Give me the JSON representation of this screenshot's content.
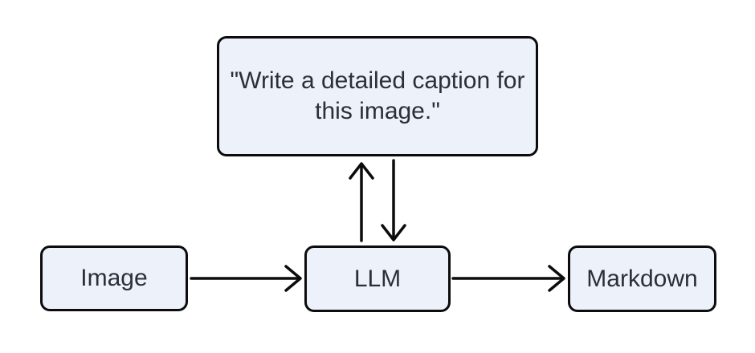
{
  "diagram": {
    "nodes": {
      "prompt": {
        "label": "\"Write a detailed caption for this image.\""
      },
      "image": {
        "label": "Image"
      },
      "llm": {
        "label": "LLM"
      },
      "markdown": {
        "label": "Markdown"
      }
    },
    "edges": [
      {
        "from": "image",
        "to": "llm",
        "direction": "right"
      },
      {
        "from": "llm",
        "to": "markdown",
        "direction": "right"
      },
      {
        "from": "llm",
        "to": "prompt",
        "direction": "up"
      },
      {
        "from": "prompt",
        "to": "llm",
        "direction": "down"
      }
    ],
    "colors": {
      "background": "#ffffff",
      "node_fill": "#edf1fa",
      "node_border": "#0c0c0d",
      "text": "#2b2f38",
      "arrow": "#0c0c0d"
    }
  }
}
